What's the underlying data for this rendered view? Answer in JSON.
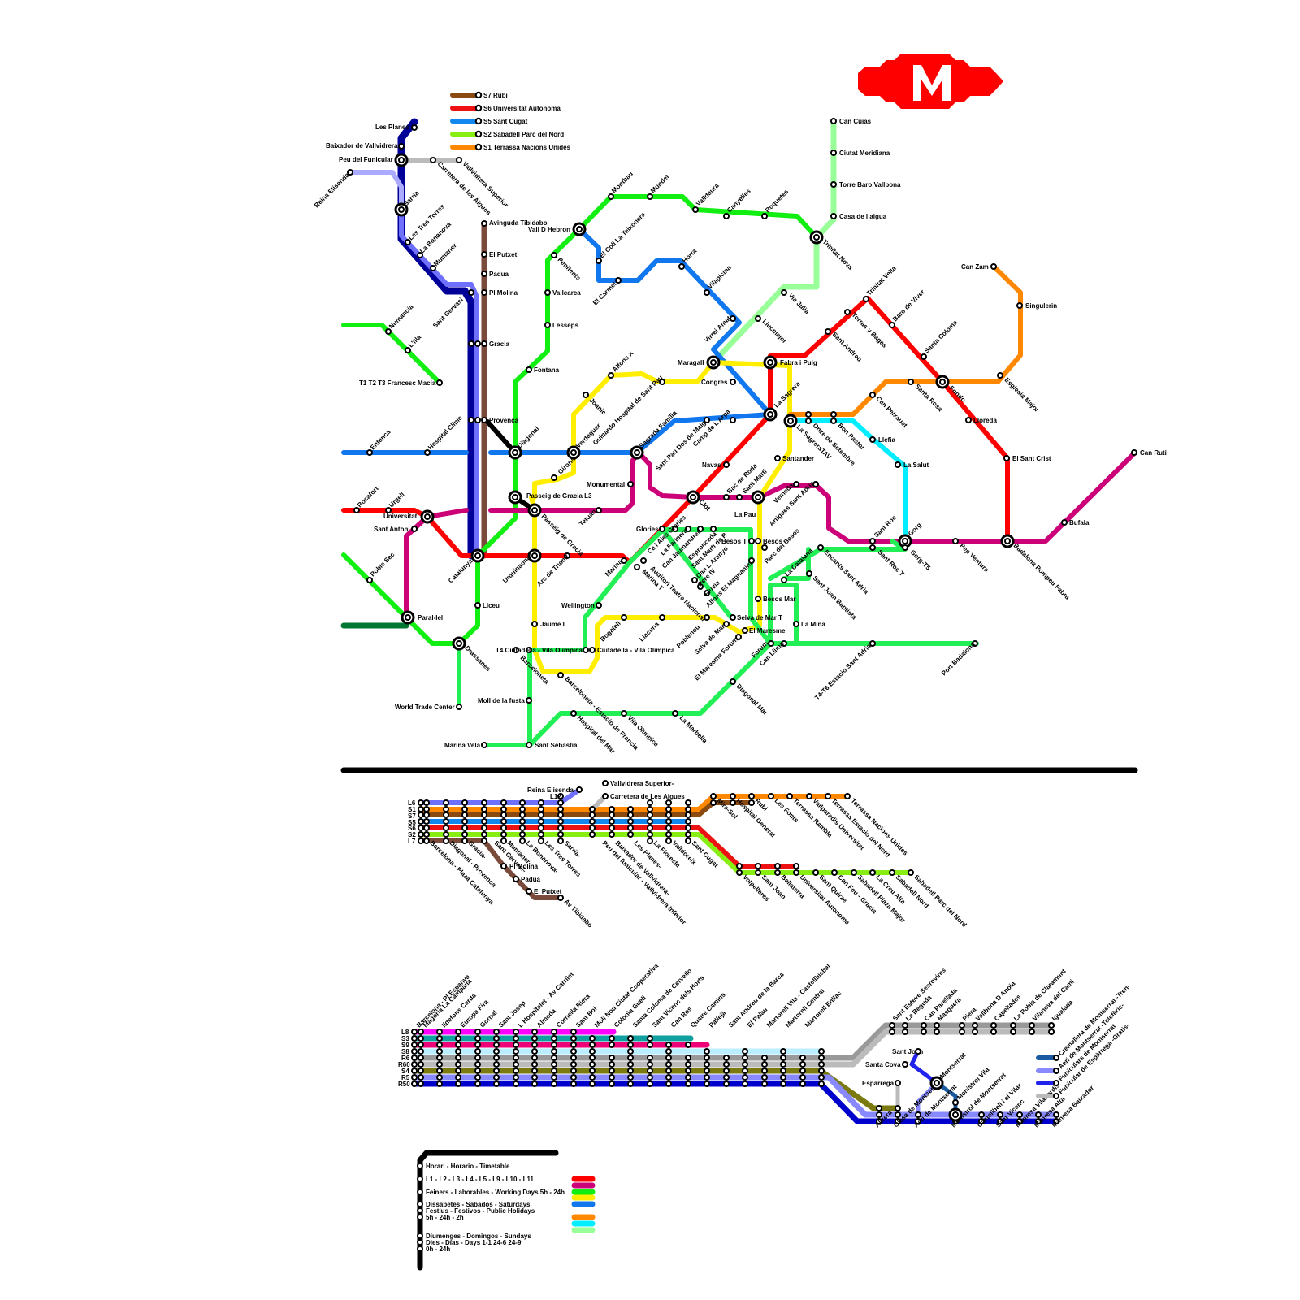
{
  "map_title": "",
  "logo": {
    "letter": "M",
    "color": "#ff0000"
  },
  "colors": {
    "L1": "#ff0000",
    "L2": "#cc0077",
    "L3": "#11ee11",
    "L4": "#ffee00",
    "L5": "#1177ee",
    "L6": "#7070ff",
    "L7": "#7a4a3a",
    "L9": "#ff8800",
    "L10": "#00eeff",
    "L11": "#99ff99",
    "FM": "#000099",
    "FL": "#aaaaff",
    "TRAM": "#22ee55",
    "TGREEN": "#007733",
    "S7": "#8a4a10",
    "S6": "#ee1111",
    "S5": "#1188ee",
    "S2": "#88ee11",
    "S1": "#ff8800",
    "GRAY": "#bbbbbb"
  },
  "legend_top": [
    "S7 Rubi",
    "S6 Universitat Autonoma",
    "S5 Sant Cugat",
    "S2 Sabadell Parc del Nord",
    "S1 Terrassa Nacions Unides"
  ],
  "stations": {
    "les_planes": "Les Planes",
    "baixador": "Baixador de Vallvidrera",
    "peu_funicular": "Peu del Funicular",
    "carretera": "Carretera de les Aigues",
    "vallvidrera_sup": "Vallvidrera Superior",
    "reina_elisenda": "Reina Elisenda",
    "sarria": "Sarria",
    "tres_torres": "Les Tres Torres",
    "bonanova": "La Bonanova",
    "muntaner": "Muntaner",
    "sant_gervasi": "Sant Gervasi",
    "avinguda_tibidabo": "Avinguda Tibidabo",
    "el_putxet": "El Putxet",
    "padua": "Padua",
    "pl_molina": "Pl Molina",
    "gracia": "Gracia",
    "provenca": "Provenca",
    "numancia": "Numancia",
    "lilla": "L'illa",
    "francesc_macia": "T1 T2 T3 Francesc Macia",
    "entenca": "Entenca",
    "hospital_clinic": "Hospital Clinic",
    "diagonal": "Diagonal",
    "rocafort": "Rocafort",
    "urgell": "Urgell",
    "universitat": "Universitat",
    "sant_antoni": "Sant Antoni",
    "passeig_gracia": "Passeig de Gracia L3",
    "passeig_gracia2": "Passeig de Gracia",
    "tetuan": "Tetuan",
    "monumental": "Monumental",
    "catalunya": "Catalunya",
    "urquinaona": "Urquinaona",
    "arc_triomf": "Arc de Triomf",
    "poble_sec": "Poble Sec",
    "paral_lel": "Paral-lel",
    "drassanes": "Drassanes",
    "liceu": "Liceu",
    "jaume_i": "Jaume I",
    "world_trade": "World Trade Center",
    "vall_hebron": "Vall D Hebron",
    "montbau": "Montbau",
    "mundet": "Mundet",
    "valldaura": "Valldaura",
    "canyelles": "Canyelles",
    "roquetes": "Roquetes",
    "trinitat_nova": "Trinitat Nova",
    "penitents": "Penitents",
    "vallcarca": "Vallcarca",
    "lesseps": "Lesseps",
    "fontana": "Fontana",
    "coll_teixonera": "El Coll La Teixonera",
    "el_carmel": "El Carmel",
    "horta": "Horta",
    "vilapicina": "Vilapicina",
    "virrei_amat": "Virrei Amat",
    "maragall": "Maragall",
    "congres": "Congres",
    "alfons_x": "Alfons X",
    "joanic": "Joanic",
    "verdaguer": "Verdaguer",
    "girona": "Girona",
    "guinardo": "Guinardo Hospital de Sant Pau",
    "sagrada_familia": "Sagrada Familia",
    "sant_pau_dos": "Sant Pau Dos de Maig",
    "camp_arpa": "Camp de L Arpa",
    "navas": "Navas",
    "clot": "Clot",
    "glories": "Glories",
    "marina": "Marina",
    "marina_t": "Marina T",
    "can_cuias": "Can Cuias",
    "ciutat_meridiana": "Ciutat Meridiana",
    "torre_baro": "Torre Baro Vallbona",
    "casa_aigua": "Casa de l aigua",
    "via_julia": "Via Julia",
    "lluchmajor": "Llucmajor",
    "fabra_puig": "Fabra i Puig",
    "sant_andreu": "Sant Andreu",
    "torras_bages": "Torras y Bages",
    "trinitat_vella": "Trinitat Vella",
    "baro_viver": "Baro de Viver",
    "santa_coloma": "Santa Coloma",
    "fondo": "Fondo",
    "la_sagrera": "La Sagrera",
    "sagrera_tav": "La SagreraTAV",
    "onze_setembre": "Onze de Setembre",
    "bon_pastor": "Bon Pastor",
    "can_peixauet": "Can Peixauet",
    "santa_rosa": "Santa Rosa",
    "can_zam": "Can Zam",
    "singulerin": "Singulerin",
    "esglesia_major": "Esglesia Major",
    "llefia": "Llefia",
    "la_salut": "La Salut",
    "lloreda": "Lloreda",
    "sant_crist": "El Sant Crist",
    "can_ruti": "Can Ruti",
    "bufala": "Bufala",
    "badalona_pompeu": "Badalona Pompeu Fabra",
    "pep_ventura": "Pep Ventura",
    "gorg": "Gorg",
    "gorg_t5": "Gorg-T5",
    "sant_roc": "Sant Roc",
    "sant_roc_t": "Sant Roc T",
    "santander": "Santander",
    "bac_roda": "Bac de Roda",
    "sant_marti": "Sant Marti",
    "la_pau": "La Pau",
    "verneda": "Verneda",
    "artigues": "Artigues Sant Adria",
    "encants": "Encants Sant Adria",
    "besos_t": "Besos T",
    "besos": "Besos",
    "besos_mar": "Besos Mar",
    "parc_besos": "Parc del Besos",
    "la_catalana": "La Catalana",
    "sant_joan_baptista": "Sant Joan Baptista",
    "la_mina": "La Mina",
    "el_maresme": "El Maresme",
    "selva_mar_t": "Selva de Mar T",
    "selva_mar": "Selva de Mar",
    "maresme_forum": "El Maresme Forum",
    "forum": "Forum",
    "can_llima": "Can Llima",
    "estacio_sant_adria": "T4-T6 Estacio Sant Adria",
    "port_badalona": "Port Badalona",
    "poblenou": "Poblenou",
    "llacuna": "Llacuna",
    "bogatell": "Bogatell",
    "ciutadella": "Ciutadella - Vila Olimpica",
    "t4_ciutadella": "T4 Ciutadella - Vila Olimpica",
    "wellington": "Wellington",
    "barceloneta": "Barceloneta",
    "estacio_franca": "Barceloneta - Estacio de Francia",
    "hospital_mar": "Hospital del Mar",
    "vila_olimpica": "Vila Olimpica",
    "la_marbella": "La Marbella",
    "diagonal_mar": "Diagonal Mar",
    "moll_fusta": "Moll de la fusta",
    "marina_vela": "Marina Vela",
    "sant_sebastia": "Sant Sebastia",
    "auditori": "Auditori Teatre Nacional",
    "ca_lalmeda": "Pere IV",
    "fluvia": "Fluvia",
    "alfons_magnanim": "Alfons El Magnanim",
    "can_llaquet": "Can L Aranyo",
    "espronceda": "Espronceda",
    "sant_marti_prov": "Sant Marti de P",
    "ca_jaumandreu": "Can Jaumandreu",
    "la_farinera": "La Farinera",
    "ca_glories": "Ca l Ales Glories"
  },
  "fgc_section": {
    "line_labels": [
      "L6",
      "S1",
      "S7",
      "S5",
      "S6",
      "S2",
      "L7"
    ],
    "reina_elisenda": "Reina Elisenda-",
    "l12": "L12",
    "vallvidrera_sup": "Vallvidrera Superior-",
    "carretera": "Carretera de Les Aigues",
    "stations_low": [
      "Barcelona - Plaza Catalunya",
      "Diagonal - Provenca",
      "Gracia-",
      "Sant Gervasi-",
      "Muntaner-",
      "La Bonanova-",
      "Les Tres Torres",
      "Sarria-",
      "Peu del funicular - Vallvidrera Inferior",
      "Baixador de Vallvidrera-",
      "Les Planes-",
      "La Floresta",
      "Valldoreix",
      "Sant Cugat"
    ],
    "branch_l7": [
      "Pl Molina",
      "Padua",
      "El Putxet",
      "Av Tibidabo"
    ],
    "s1_stations": [
      "Mira-Sol",
      "Hospital General",
      "Rubi",
      "Les Fonts",
      "Terrassa Rambla",
      "Vallparadis Universitat",
      "Terrassa Estacio del Nord",
      "Terrassa Nacions Unides"
    ],
    "s2_stations": [
      "Volpelleres",
      "Sant Joan",
      "Bellaterra",
      "Universitat Autonoma",
      "Sant Quirze",
      "Can Feu - Gracia",
      "Sabadell Plaza Major",
      "La Creu Alta",
      "Sabadell Nord",
      "Sabadell Parc del Nord"
    ]
  },
  "llobregat_section": {
    "line_labels": [
      "L8",
      "S3",
      "S9",
      "S8",
      "R6",
      "R60",
      "S4",
      "R5",
      "R50"
    ],
    "stations": [
      "Barcelona - Pl Espanya",
      "Magoria La Campana",
      "Ildefons Cerda",
      "Europa Fira",
      "Gornal",
      "Sant Josep",
      "L Hospitalet - Av Carrilet",
      "Almeda",
      "Cornella Riera",
      "Sant Boi",
      "Moli Nou Ciutat Cooperativa",
      "Colonia Guell",
      "Santa Coloma de Cervello",
      "Sant Vicenc dels Horts",
      "Can Ros",
      "Quatre Camins",
      "Pallejà",
      "Sant Andreu de la Barca",
      "El Palau",
      "Martorell Vila - Castellbisbal",
      "Martorell Central",
      "Martorell Enllac"
    ],
    "r6_stations": [
      "Sant Esteve Sesrovires",
      "La Beguda",
      "Can Parellada",
      "Masquefa",
      "Piera",
      "Vallbona D Anoia",
      "Capellades",
      "La Pobla de Claramunt",
      "Vilanova del Cami",
      "Igualada"
    ],
    "r5_stations": [
      "Abrera",
      "Olesa de Montserrat",
      "Aeri de Montserrat",
      "Monistrol de Montserrat",
      "Castellbell i el Vilar",
      "Sant Vicenc",
      "Manresa Viladordis",
      "Manresa Alta",
      "Manresa Baixador"
    ],
    "esparrega": "Esparrega",
    "sant_joan": "Sant Joan",
    "santa_cova": "Santa Cova",
    "montserrat": "Montserrat",
    "monistrol_vila": "Monistrol Vila",
    "legend": [
      "Cremallera de Montserrat -Tren-",
      "Aeri de Montserrat -Telefèric-",
      "Funiculars de Montserrat",
      "Funicular de Espàrrega -Gratis-"
    ]
  },
  "timetable": {
    "title": "Horari - Horario - Timetable",
    "lines": "L1 - L2 - L3 - L4 - L5 - L9 - L10 - L11",
    "weekdays": "Feiners - Laborables - Working Days 5h - 24h",
    "saturdays": "Dissabetes - Sabados - Saturdays",
    "holidays": "Festius - Festivos - Public Holidays",
    "hours1": "5h - 24h - 2h",
    "sundays": "Diumenges - Domingos - Sundays",
    "days": "Dies - Días - Days 1-1 24-6 24-9",
    "hours2": "0h - 24h"
  }
}
